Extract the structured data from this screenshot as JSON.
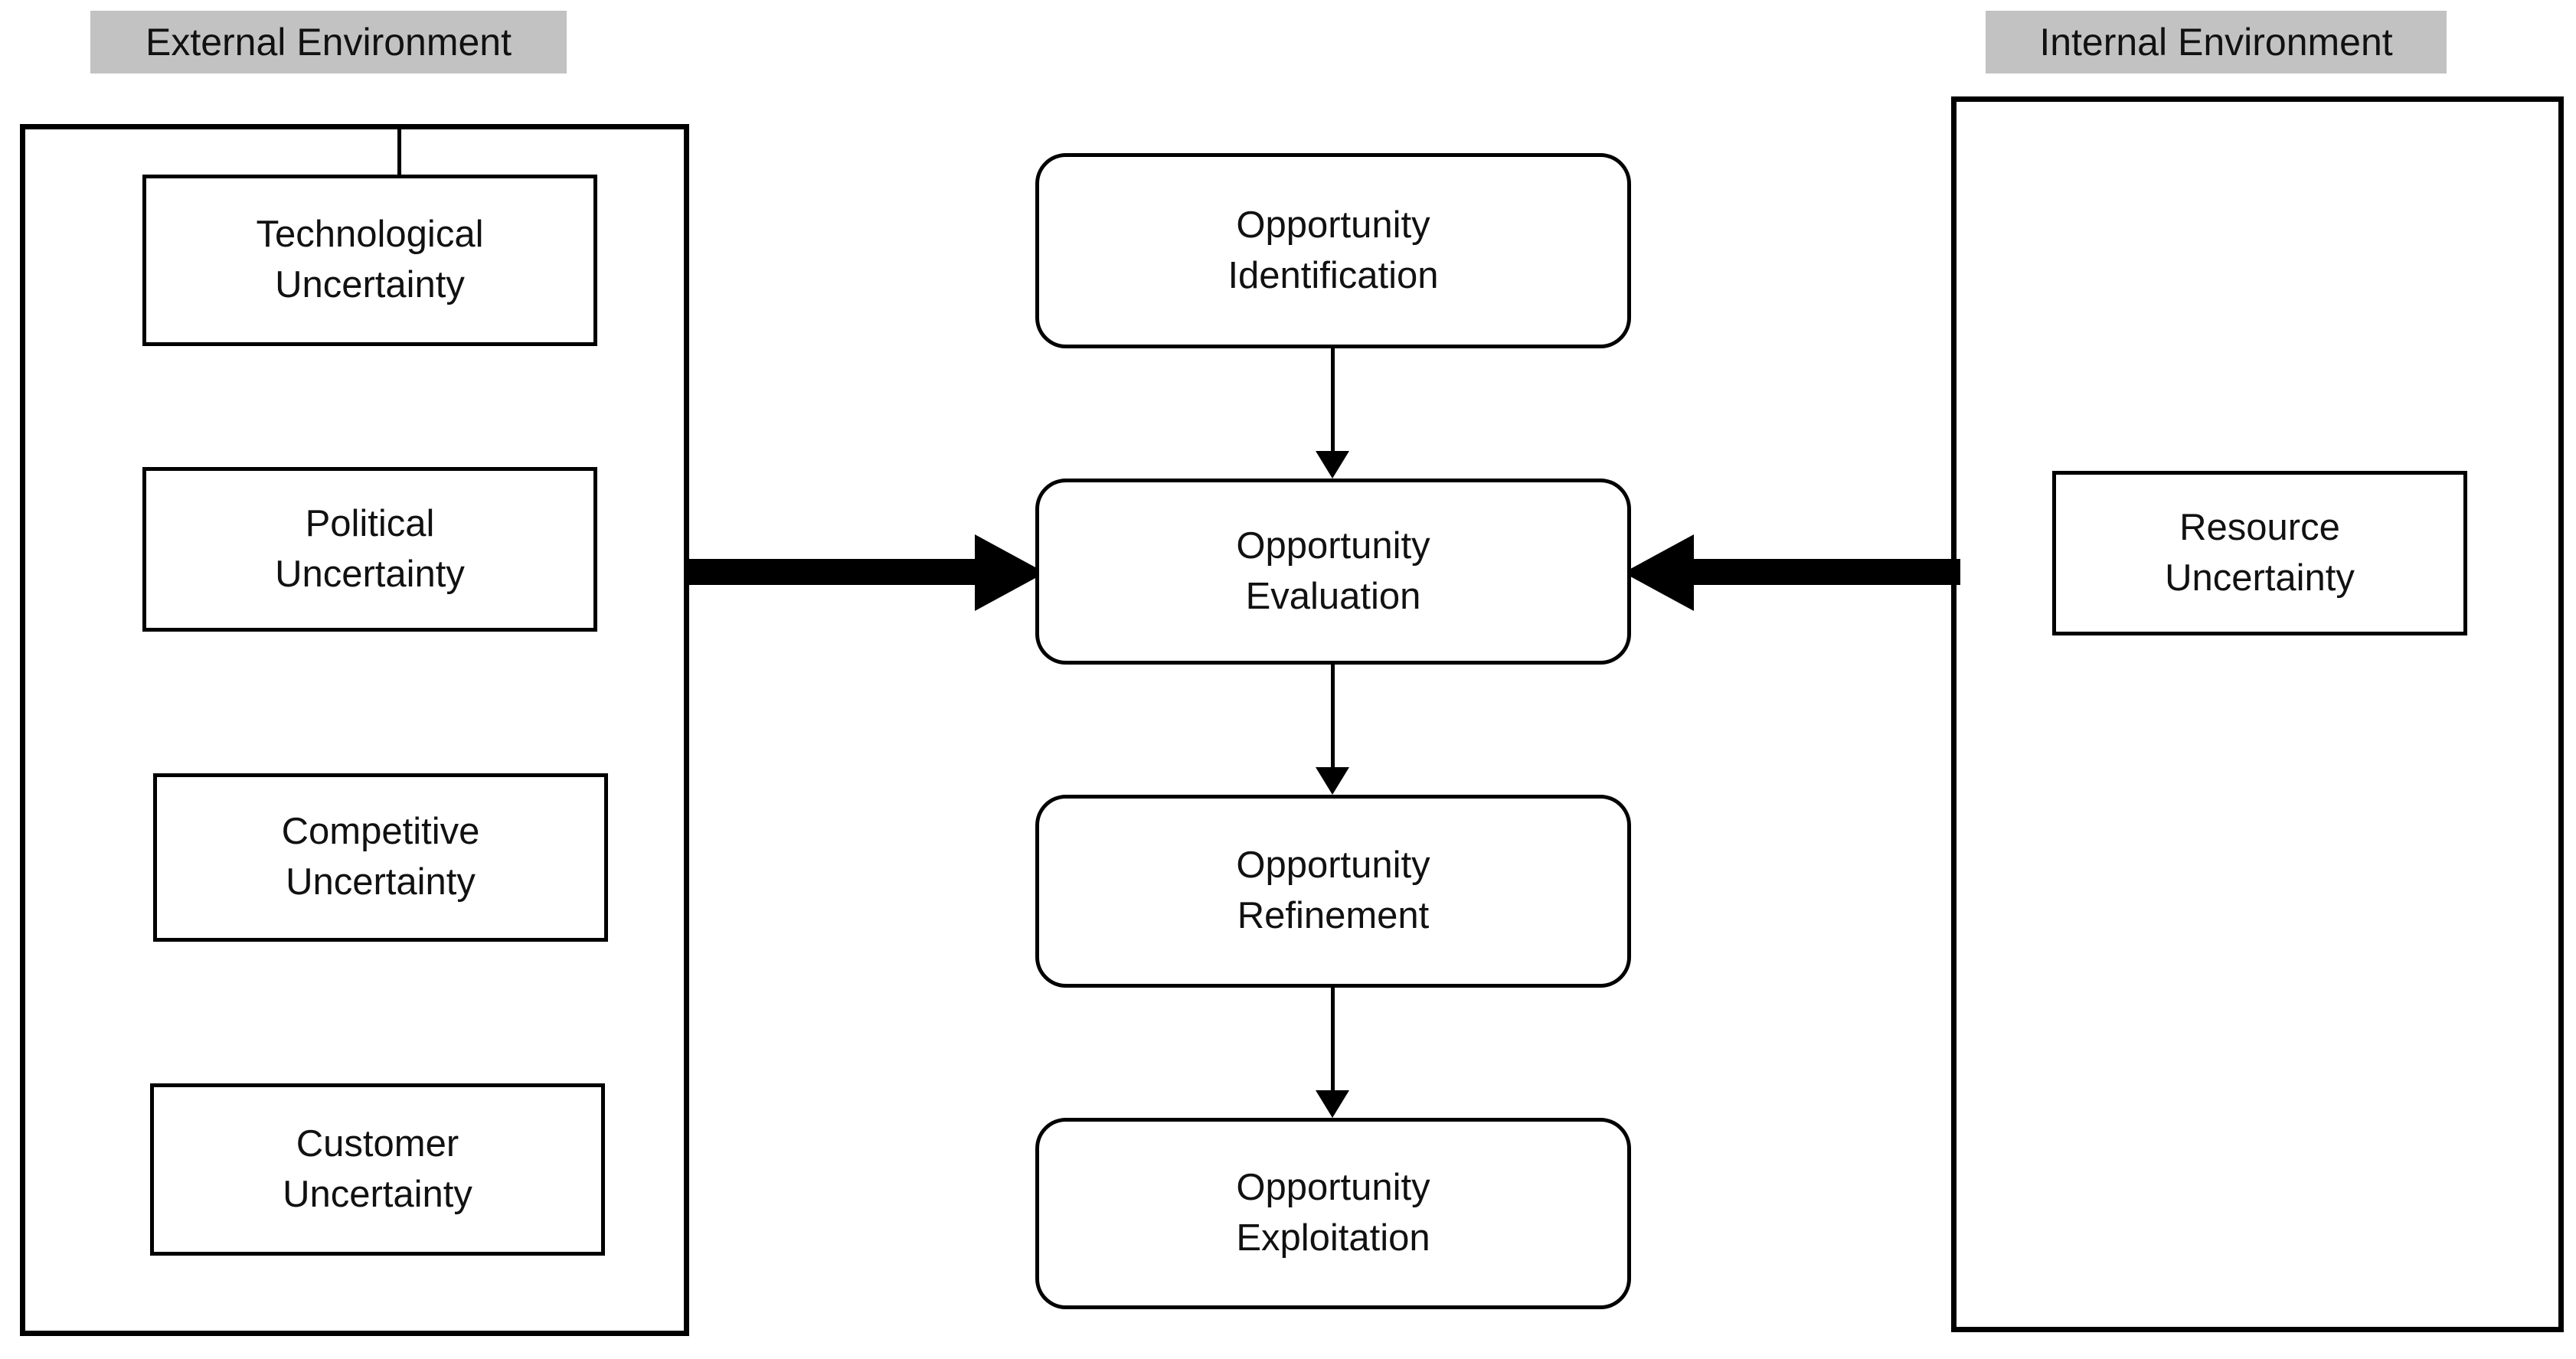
{
  "diagram": {
    "title_external": "External Environment",
    "title_internal": "Internal Environment",
    "colors": {
      "label_highlight": "#c2c2c2",
      "stroke": "#000000",
      "text": "#111111",
      "background": "#ffffff"
    }
  },
  "external_environment": {
    "label": "External Environment",
    "factors": [
      {
        "line1": "Technological",
        "line2": "Uncertainty"
      },
      {
        "line1": "Political",
        "line2": "Uncertainty"
      },
      {
        "line1": "Competitive",
        "line2": "Uncertainty"
      },
      {
        "line1": "Customer",
        "line2": "Uncertainty"
      }
    ]
  },
  "internal_environment": {
    "label": "Internal Environment",
    "factors": [
      {
        "line1": "Resource",
        "line2": "Uncertainty"
      }
    ]
  },
  "process_flow": {
    "steps": [
      {
        "line1": "Opportunity",
        "line2": "Identification"
      },
      {
        "line1": "Opportunity",
        "line2": "Evaluation"
      },
      {
        "line1": "Opportunity",
        "line2": "Refinement"
      },
      {
        "line1": "Opportunity",
        "line2": "Exploitation"
      }
    ]
  }
}
